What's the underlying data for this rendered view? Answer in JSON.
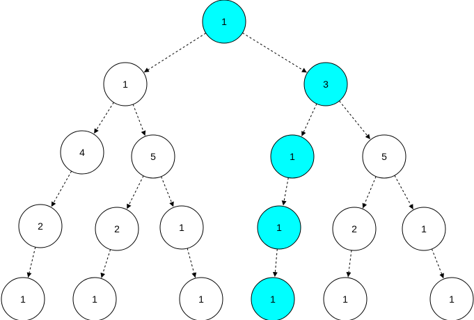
{
  "tree": {
    "colors": {
      "highlight_fill": "#00ffff",
      "default_fill": "#ffffff",
      "stroke": "#000000"
    },
    "nodes": [
      {
        "id": "n0",
        "value": "1",
        "highlighted": true
      },
      {
        "id": "n1",
        "value": "1",
        "highlighted": false
      },
      {
        "id": "n2",
        "value": "3",
        "highlighted": true
      },
      {
        "id": "n3",
        "value": "4",
        "highlighted": false
      },
      {
        "id": "n4",
        "value": "5",
        "highlighted": false
      },
      {
        "id": "n5",
        "value": "1",
        "highlighted": true
      },
      {
        "id": "n6",
        "value": "5",
        "highlighted": false
      },
      {
        "id": "n7",
        "value": "2",
        "highlighted": false
      },
      {
        "id": "n8",
        "value": "2",
        "highlighted": false
      },
      {
        "id": "n9",
        "value": "1",
        "highlighted": false
      },
      {
        "id": "n10",
        "value": "1",
        "highlighted": true
      },
      {
        "id": "n11",
        "value": "2",
        "highlighted": false
      },
      {
        "id": "n12",
        "value": "1",
        "highlighted": false
      },
      {
        "id": "n13",
        "value": "1",
        "highlighted": false
      },
      {
        "id": "n14",
        "value": "1",
        "highlighted": false
      },
      {
        "id": "n15",
        "value": "1",
        "highlighted": false
      },
      {
        "id": "n16",
        "value": "1",
        "highlighted": true
      },
      {
        "id": "n17",
        "value": "1",
        "highlighted": false
      },
      {
        "id": "n18",
        "value": "1",
        "highlighted": false
      }
    ],
    "edges": [
      {
        "from": "n0",
        "to": "n1"
      },
      {
        "from": "n0",
        "to": "n2"
      },
      {
        "from": "n1",
        "to": "n3"
      },
      {
        "from": "n1",
        "to": "n4"
      },
      {
        "from": "n2",
        "to": "n5"
      },
      {
        "from": "n2",
        "to": "n6"
      },
      {
        "from": "n3",
        "to": "n7"
      },
      {
        "from": "n4",
        "to": "n8"
      },
      {
        "from": "n4",
        "to": "n9"
      },
      {
        "from": "n5",
        "to": "n10"
      },
      {
        "from": "n6",
        "to": "n11"
      },
      {
        "from": "n6",
        "to": "n12"
      },
      {
        "from": "n7",
        "to": "n13"
      },
      {
        "from": "n8",
        "to": "n14"
      },
      {
        "from": "n9",
        "to": "n15"
      },
      {
        "from": "n10",
        "to": "n16"
      },
      {
        "from": "n11",
        "to": "n17"
      },
      {
        "from": "n12",
        "to": "n18"
      }
    ]
  }
}
